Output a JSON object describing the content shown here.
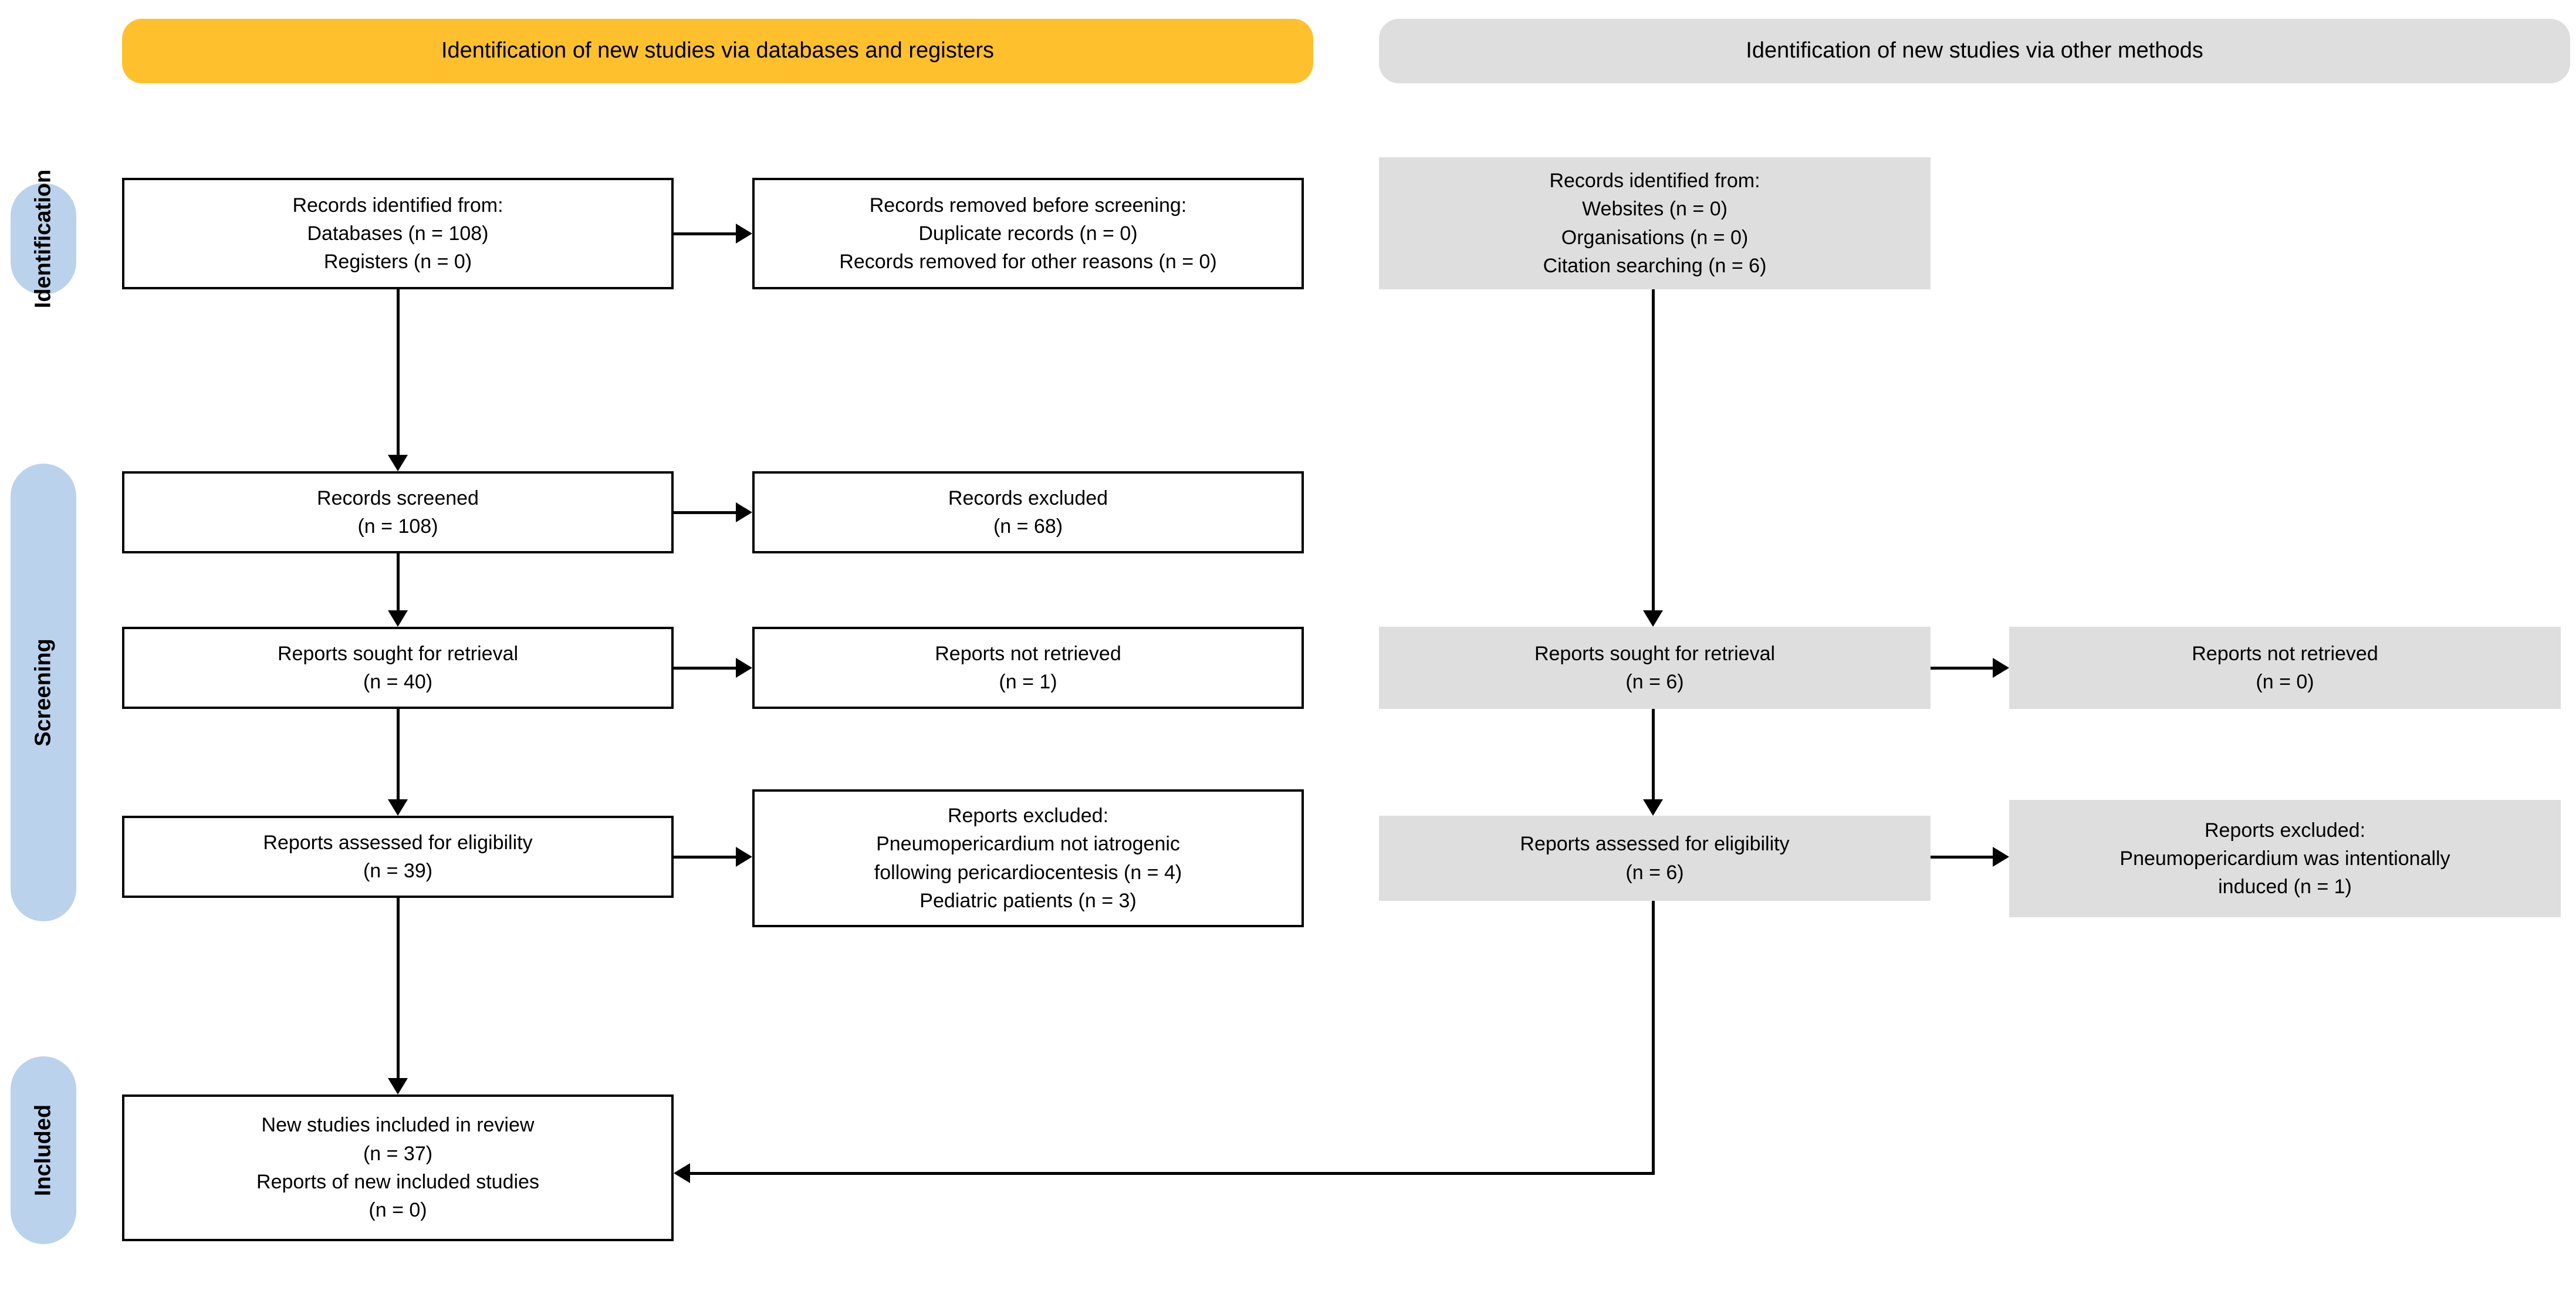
{
  "headers": {
    "databases": "Identification of new studies via databases and registers",
    "other": "Identification of new studies via other methods"
  },
  "stages": {
    "identification": "Identification",
    "screening": "Screening",
    "included": "Included"
  },
  "colors": {
    "databases_banner": "#FFC02E",
    "other_banner": "#DEDEDE",
    "stage_pill": "#BBD2EC",
    "grey_box": "#DEDEDE",
    "box_border": "#000000",
    "connector": "#000000"
  },
  "left_column": {
    "records_identified": [
      "Records identified from:",
      "Databases (n = 108)",
      "Registers (n = 0)"
    ],
    "records_removed": [
      "Records removed before screening:",
      "Duplicate records (n = 0)",
      "Records removed for other reasons (n = 0)"
    ],
    "records_screened": [
      "Records screened",
      "(n = 108)"
    ],
    "records_excluded": [
      "Records excluded",
      "(n = 68)"
    ],
    "reports_sought": [
      "Reports sought for retrieval",
      "(n = 40)"
    ],
    "reports_not_retrieved": [
      "Reports not retrieved",
      "(n = 1)"
    ],
    "reports_assessed": [
      "Reports assessed for eligibility",
      "(n = 39)"
    ],
    "reports_excluded": [
      "Reports excluded:",
      "Pneumopericardium not iatrogenic",
      "following pericardiocentesis (n = 4)",
      "Pediatric patients (n = 3)"
    ],
    "new_studies_included": [
      "New studies included in review",
      "(n = 37)",
      "Reports of new included studies",
      "(n = 0)"
    ]
  },
  "right_column": {
    "records_identified": [
      "Records identified from:",
      "Websites (n = 0)",
      "Organisations (n = 0)",
      "Citation searching (n = 6)"
    ],
    "reports_sought": [
      "Reports sought for retrieval",
      "(n = 6)"
    ],
    "reports_not_retrieved": [
      "Reports not retrieved",
      "(n = 0)"
    ],
    "reports_assessed": [
      "Reports assessed for eligibility",
      "(n = 6)"
    ],
    "reports_excluded": [
      "Reports excluded:",
      "Pneumopericardium was intentionally",
      "induced (n = 1)"
    ]
  }
}
